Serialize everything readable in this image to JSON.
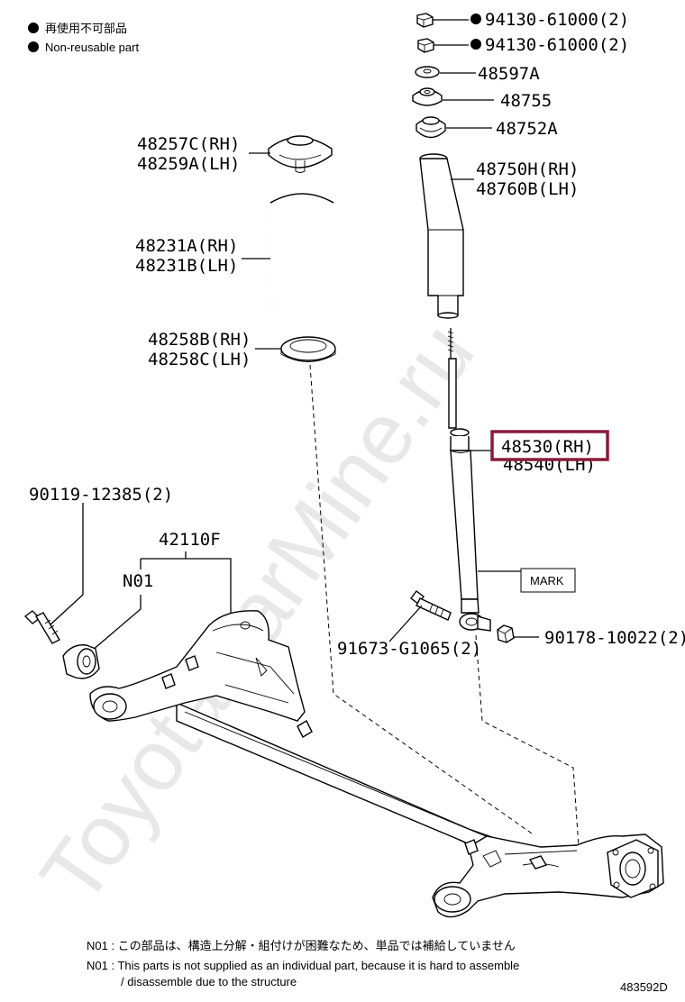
{
  "legend": {
    "jp": "再使用不可部品",
    "en": "Non-reusable part"
  },
  "parts": [
    {
      "label": "94130-61000(2)",
      "non_reusable": true
    },
    {
      "label": "94130-61000(2)",
      "non_reusable": true
    },
    {
      "label": "48597A"
    },
    {
      "label": "48755"
    },
    {
      "label": "48752A"
    },
    {
      "label": "48750H(RH)"
    },
    {
      "label": "48760B(LH)"
    },
    {
      "label": "48257C(RH)"
    },
    {
      "label": "48259A(LH)"
    },
    {
      "label": "48231A(RH)"
    },
    {
      "label": "48231B(LH)"
    },
    {
      "label": "48258B(RH)"
    },
    {
      "label": "48258C(LH)"
    },
    {
      "label": "48530(RH)",
      "highlighted": true
    },
    {
      "label": "48540(LH)"
    },
    {
      "label": "90119-12385(2)"
    },
    {
      "label": "42110F"
    },
    {
      "label": "N01"
    },
    {
      "label": "91673-G1065(2)"
    },
    {
      "label": "90178-10022(2)"
    }
  ],
  "mark_label": "MARK",
  "notes": {
    "n01_jp": "N01 : この部品は、構造上分解・組付けが困難なため、単品では補給していません",
    "n01_en_line1": "N01 : This parts is not supplied as an individual part, because it is hard to assemble",
    "n01_en_line2": "/ disassemble due to the structure"
  },
  "diagram_id": "483592D",
  "watermark": "ToyotaCarMine.ru",
  "highlight_color": "#8b1a3a"
}
